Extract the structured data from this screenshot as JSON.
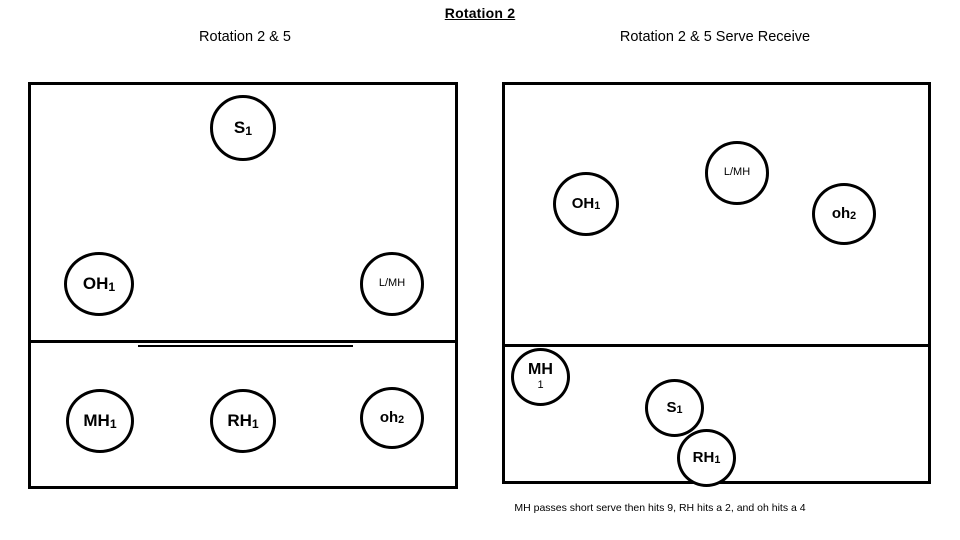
{
  "title": "Rotation 2",
  "panels": {
    "left": {
      "title": "Rotation 2 & 5",
      "players": [
        {
          "name": "setter-front",
          "label": "S",
          "sub": "1"
        },
        {
          "name": "outside-hitter",
          "label": "OH",
          "sub": "1"
        },
        {
          "name": "libero-middle",
          "label": "L/MH",
          "sub": ""
        },
        {
          "name": "middle-hitter",
          "label": "MH",
          "sub": "1"
        },
        {
          "name": "right-hitter",
          "label": "RH",
          "sub": "1"
        },
        {
          "name": "outside-hitter-2",
          "label": "oh",
          "sub": "2"
        }
      ]
    },
    "right": {
      "title": "Rotation 2 & 5 Serve Receive",
      "players": [
        {
          "name": "outside-hitter",
          "label": "OH",
          "sub": "1"
        },
        {
          "name": "libero-middle",
          "label": "L/MH",
          "sub": ""
        },
        {
          "name": "outside-hitter-2",
          "label": "oh",
          "sub": "2"
        },
        {
          "name": "middle-hitter",
          "label": "MH",
          "sub": "1"
        },
        {
          "name": "setter",
          "label": "S",
          "sub": "1"
        },
        {
          "name": "right-hitter",
          "label": "RH",
          "sub": "1"
        }
      ],
      "caption": "MH passes short serve then hits 9, RH hits a 2, and oh hits a 4"
    }
  },
  "colors": {
    "line": "#000000",
    "background": "#ffffff",
    "text": "#000000"
  }
}
